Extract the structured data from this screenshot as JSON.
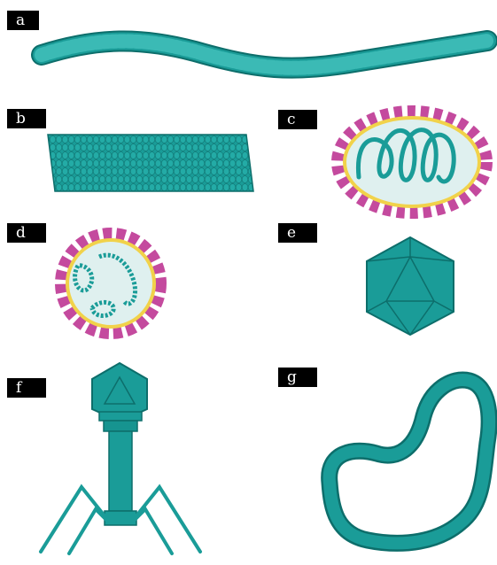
{
  "panels": [
    {
      "label": "a",
      "shape": "helical-filament"
    },
    {
      "label": "b",
      "shape": "helical-rod"
    },
    {
      "label": "c",
      "shape": "enveloped-helical"
    },
    {
      "label": "d",
      "shape": "enveloped-segmented"
    },
    {
      "label": "e",
      "shape": "icosahedral"
    },
    {
      "label": "f",
      "shape": "bacteriophage"
    },
    {
      "label": "g",
      "shape": "circular-filament"
    }
  ],
  "colors": {
    "capsid": "#1a9c98",
    "capsid_dark": "#0d6e6b",
    "capsid_light": "#4fc2be",
    "envelope_fill": "#dff0ef",
    "lipid": "#f1d24a",
    "spike": "#c44a9e",
    "label_bg": "#000000",
    "label_text": "#ffffff"
  }
}
